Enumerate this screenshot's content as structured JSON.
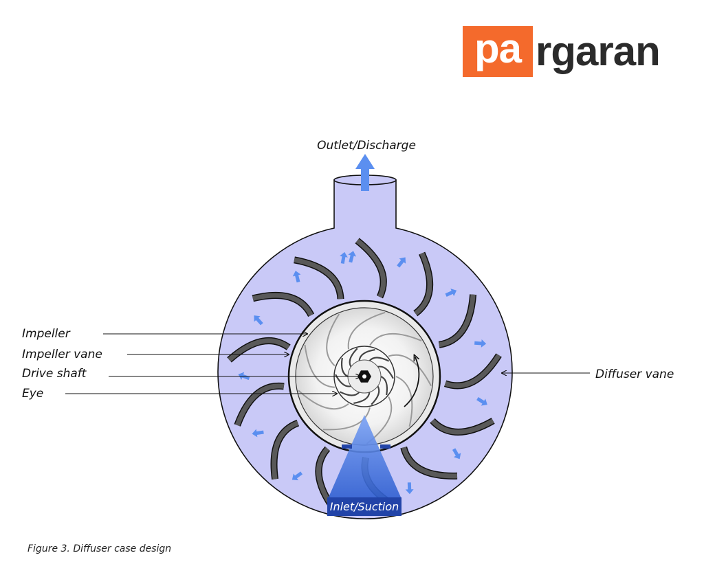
{
  "brand": {
    "logo_part1": "pa",
    "logo_part2": "rgaran"
  },
  "labels": {
    "outlet": "Outlet/Discharge",
    "impeller": "Impeller",
    "impeller_vane": "Impeller vane",
    "drive_shaft": "Drive shaft",
    "eye": "Eye",
    "diffuser_vane": "Diffuser vane",
    "inlet": "Inlet/Suction"
  },
  "caption": "Figure 3. Diffuser case design",
  "colors": {
    "casing": "#c9c9f7",
    "diffuser_vane": "#595959",
    "flow_arrow": "#5b8ff0",
    "inlet_dark": "#2244a8",
    "inlet_light": "#4f7ee8",
    "logo_box": "#f46a2c",
    "logo_text": "#2b2b2b"
  },
  "icons": [
    "flow-arrow-icon",
    "rotation-arrow-icon",
    "shaft-hex-icon"
  ]
}
